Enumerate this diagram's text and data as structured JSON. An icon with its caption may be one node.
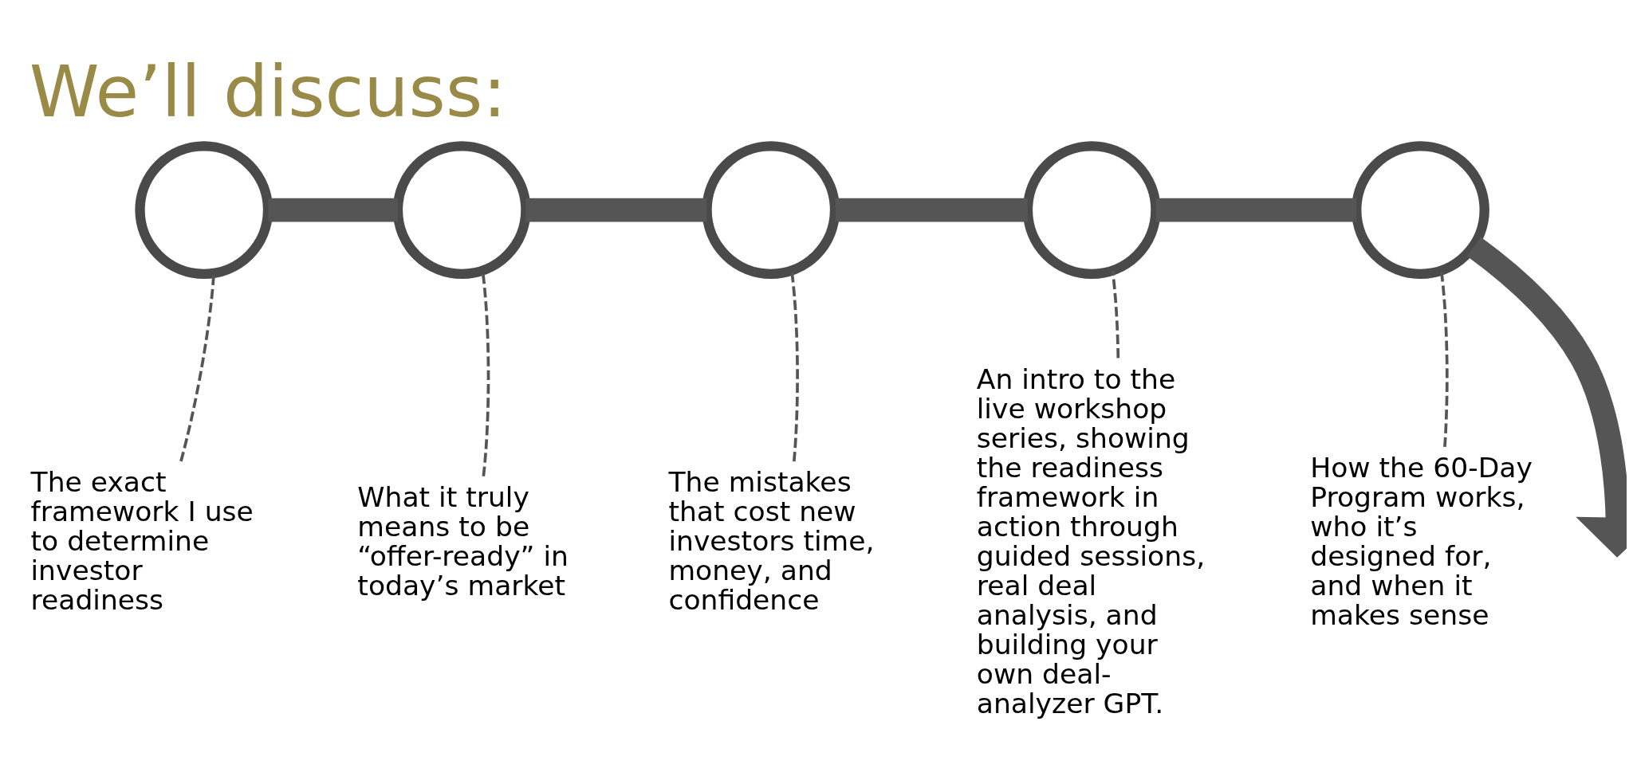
{
  "diagram": {
    "title": "We’ll discuss:",
    "nodes": [
      {
        "text": [],
        "shape": "circle"
      },
      {
        "text": [],
        "shape": "circle"
      },
      {
        "text": [],
        "shape": "circle"
      },
      {
        "text": [],
        "shape": "circle"
      },
      {
        "text": [],
        "shape": "circle"
      },
      {
        "text": [
          "The exact framework I use to determine investor readiness"
        ]
      },
      {
        "text": [
          "What it truly means to be “offer-ready” in today’s market"
        ]
      },
      {
        "text": [
          "The mistakes that cost new investors time, money, and confidence"
        ]
      },
      {
        "text": [
          "An intro to the live workshop series, showing the readiness framework in action through guided sessions, real deal analysis, and building your own deal-analyzer GPT."
        ]
      },
      {
        "text": [
          "How the 60-Day Program works, who it’s designed for, and when it makes sense"
        ]
      }
    ],
    "edges": [
      {
        "from": 0,
        "to": 1,
        "arrow": "none",
        "style": "thick"
      },
      {
        "from": 1,
        "to": 2,
        "arrow": "none",
        "style": "thick"
      },
      {
        "from": 2,
        "to": 3,
        "arrow": "none",
        "style": "thick"
      },
      {
        "from": 3,
        "to": 4,
        "arrow": "none",
        "style": "thick"
      },
      {
        "from": 4,
        "to": null,
        "arrow": "to",
        "style": "thick"
      },
      {
        "from": 5,
        "to": 0,
        "arrow": "none",
        "style": "dashed"
      },
      {
        "from": 6,
        "to": 1,
        "arrow": "none",
        "style": "dashed"
      },
      {
        "from": 7,
        "to": 2,
        "arrow": "none",
        "style": "dashed"
      },
      {
        "from": 8,
        "to": 3,
        "arrow": "none",
        "style": "dashed"
      },
      {
        "from": 9,
        "to": 4,
        "arrow": "none",
        "style": "dashed"
      }
    ]
  }
}
